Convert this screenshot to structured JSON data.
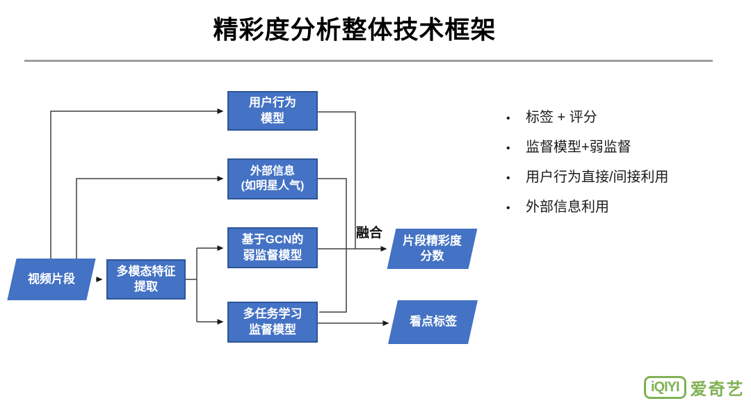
{
  "title": "精彩度分析整体技术框架",
  "nodes": {
    "video_clip": "视频片段",
    "feature_extraction": "多模态特征\n提取",
    "user_behavior_model": "用户行为\n模型",
    "external_info": "外部信息\n(如明星人气)",
    "gcn_weak_model": "基于GCN的\n弱监督模型",
    "multitask_model": "多任务学习\n监督模型",
    "highlight_score": "片段精彩度\n分数",
    "highlight_tag": "看点标签"
  },
  "fusion_label": "融合",
  "bullets": [
    "标签 + 评分",
    "监督模型+弱监督",
    "用户行为直接/间接利用",
    "外部信息利用"
  ],
  "logo": {
    "mark": "iQIYI",
    "wordmark": "爱奇艺"
  },
  "colors": {
    "node_fill": "#4472C4",
    "node_border": "#2E5597",
    "node_text": "#FFFFFF",
    "line": "#3f3f3f",
    "divider": "#9e9e9e",
    "logo_green": "#7FB254"
  }
}
